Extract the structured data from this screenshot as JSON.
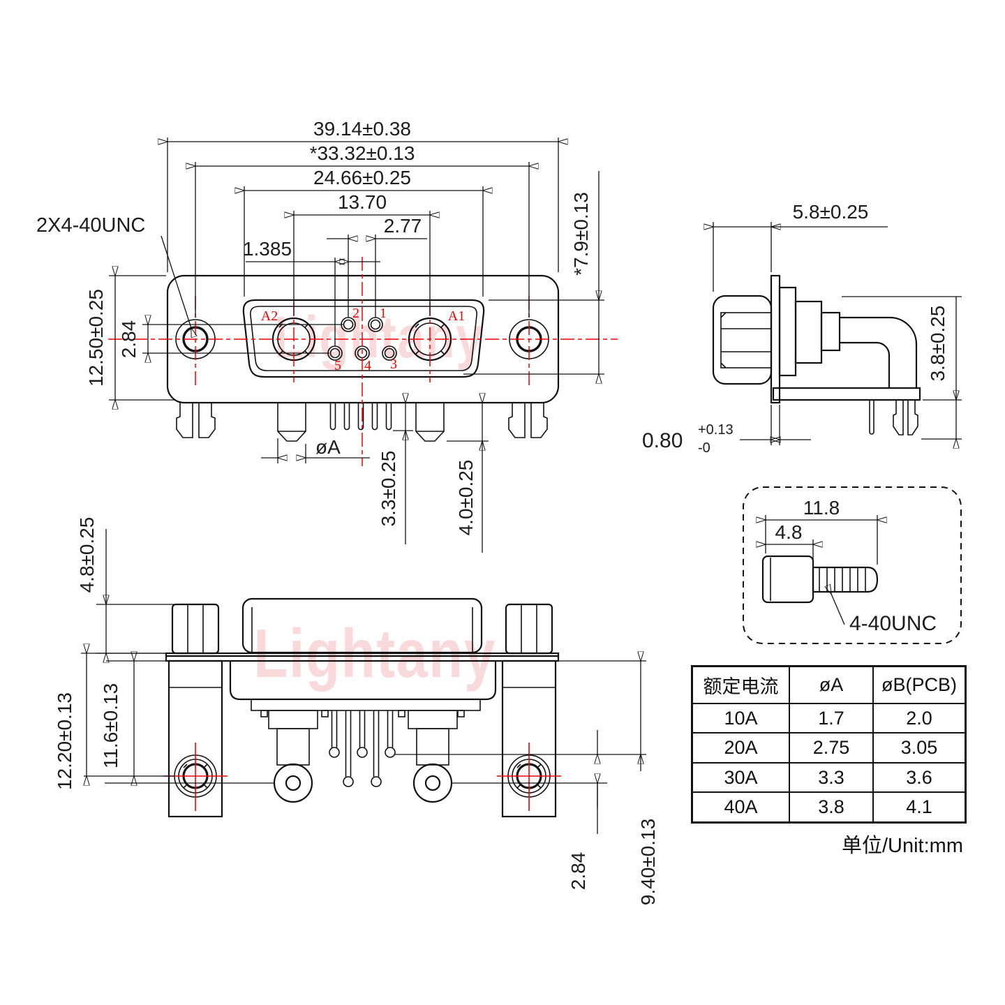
{
  "fv": {
    "w1": "39.14±0.38",
    "w2": "*33.32±0.13",
    "w3": "24.66±0.25",
    "w4": "13.70",
    "w5": "2.77",
    "w6": "1.385",
    "h1": "12.50±0.25",
    "h2": "2.84",
    "h3": "*7.9±0.13",
    "d1": "øA",
    "l1": "3.3±0.25",
    "l2": "4.0±0.25",
    "thread": "2X4-40UNC",
    "labels": {
      "a2": "A2",
      "a1": "A1",
      "p1": "1",
      "p2": "2",
      "p3": "3",
      "p4": "4",
      "p5": "5"
    }
  },
  "sv": {
    "depth": "5.8±0.25",
    "lock": "3.8±0.25",
    "ft": "0.80",
    "ftp": "+0.13",
    "ftm": "-0"
  },
  "bv": {
    "nut": "4.8±0.25",
    "mh": "12.20±0.13",
    "mc": "11.6±0.13",
    "stagger": "2.84",
    "pd": "9.40±0.13"
  },
  "sd": {
    "len": "11.8",
    "head": "4.8",
    "thread": "4-40UNC"
  },
  "table": {
    "headers": [
      "额定电流",
      "øA",
      "øB(PCB)"
    ],
    "rows": [
      [
        "10A",
        "1.7",
        "2.0"
      ],
      [
        "20A",
        "2.75",
        "3.05"
      ],
      [
        "30A",
        "3.3",
        "3.6"
      ],
      [
        "40A",
        "3.8",
        "4.1"
      ]
    ],
    "note": "单位/Unit:mm"
  },
  "watermark": "Lightany",
  "colors": {
    "line": "#111111",
    "accent_red": "#f50000",
    "watermark_pink": "#f3c6c5"
  }
}
